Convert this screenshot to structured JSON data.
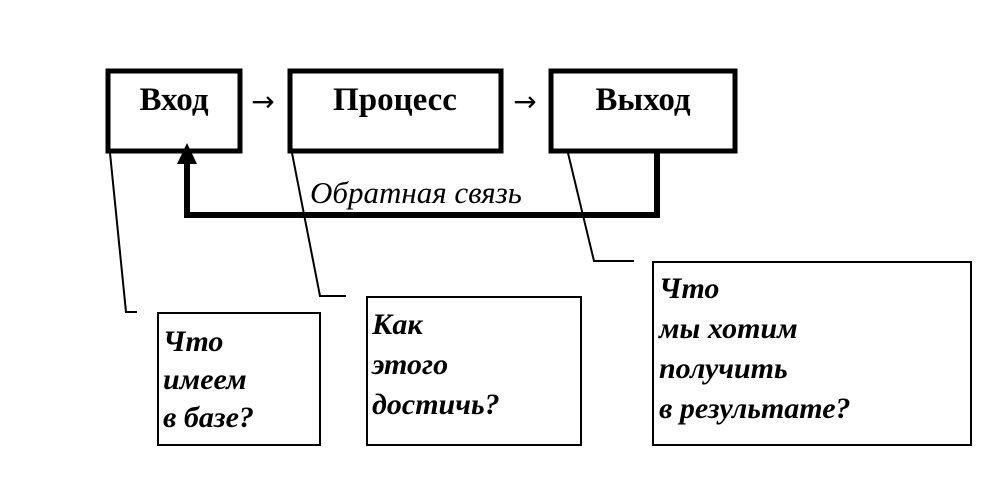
{
  "process_flow": {
    "input_label": "Вход",
    "process_label": "Процесс",
    "output_label": "Выход",
    "arrow_symbol": "→",
    "feedback_label": "Обратная связь"
  },
  "notes": {
    "input_note": {
      "lines": [
        "Что",
        "имеем",
        "в базе?"
      ]
    },
    "process_note": {
      "lines": [
        "Как",
        "этого",
        "достичь?"
      ]
    },
    "output_note": {
      "lines": [
        "Что",
        "мы хотим",
        "получить",
        "в результате?"
      ]
    }
  }
}
